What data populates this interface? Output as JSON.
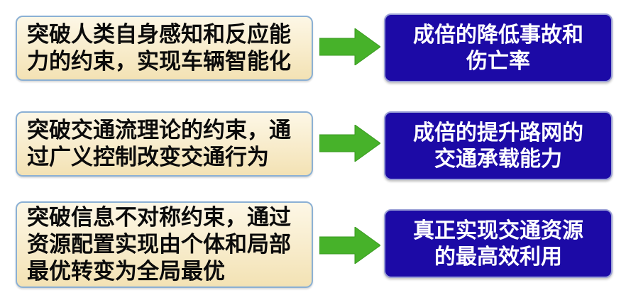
{
  "colors": {
    "left_fill_top": "#fdf7e6",
    "left_fill_bottom": "#f3e2b4",
    "left_border": "#8bb0d4",
    "arrow": "#47b22a",
    "right_fill": "#1c0aa6"
  },
  "rows": [
    {
      "cause": "突破人类自身感知和反应能\n力的约束，实现车辆智能化",
      "effect": "成倍的降低事故和\n伤亡率"
    },
    {
      "cause": "突破交通流理论的约束，通\n过广义控制改变交通行为",
      "effect": "成倍的提升路网的\n交通承载能力"
    },
    {
      "cause": "突破信息不对称约束，通过\n资源配置实现由个体和局部\n最优转变为全局最优",
      "effect": "真正实现交通资源\n的最高效利用"
    }
  ]
}
